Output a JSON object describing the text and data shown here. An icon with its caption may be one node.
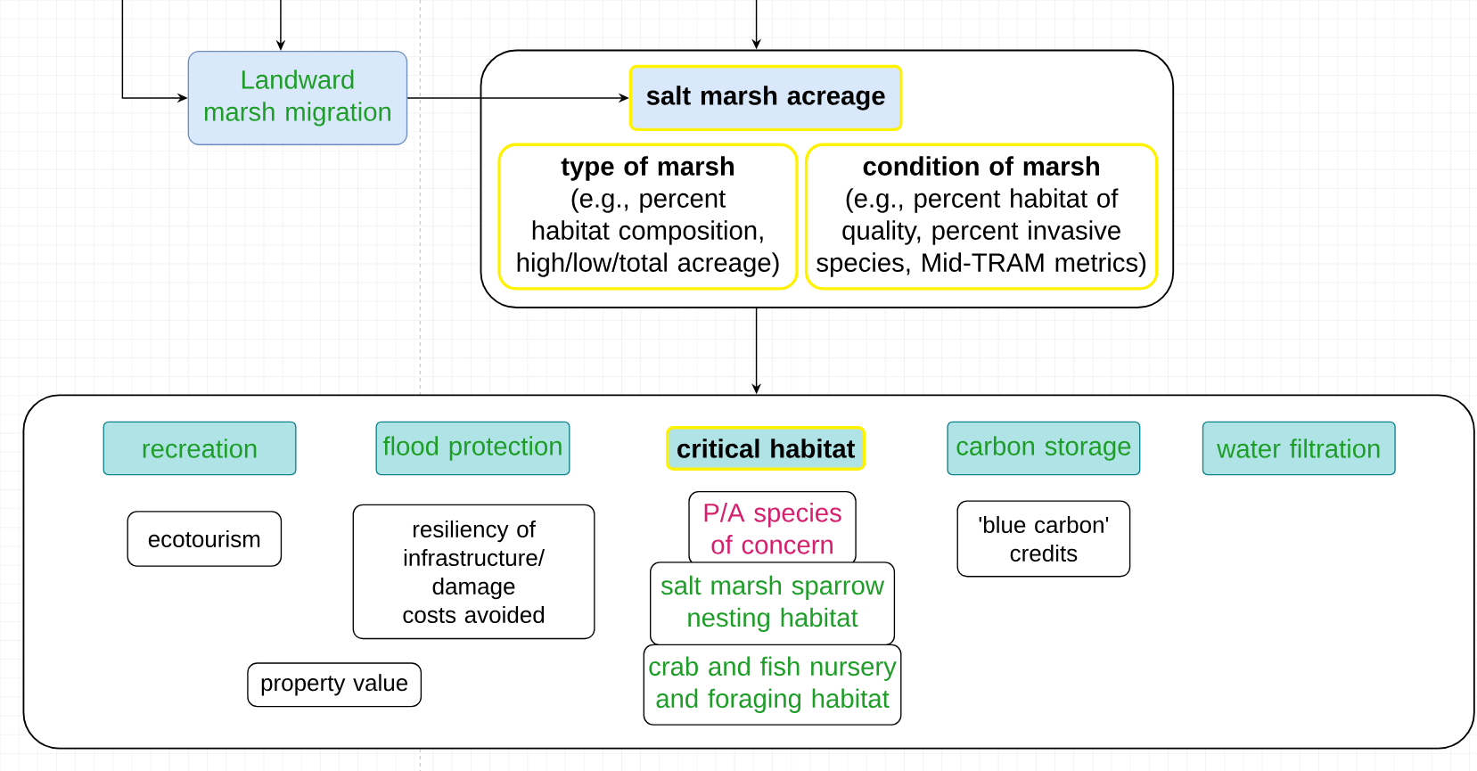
{
  "diagram": {
    "nodes": [
      {
        "text": [
          "Landward marsh migration"
        ]
      },
      {
        "text": [],
        "shape": "box"
      },
      {
        "text": [
          "salt marsh acreage"
        ],
        "in": 1
      },
      {
        "text": [
          "type of marsh",
          "(e.g., percent habitat composition, high/low/total acreage)"
        ],
        "in": 1
      },
      {
        "text": [
          "condition of marsh",
          "(e.g., percent habitat of quality, percent invasive species, Mid-TRAM metrics)"
        ],
        "in": 1
      },
      {
        "text": [],
        "shape": "box"
      },
      {
        "text": [
          "recreation"
        ],
        "in": 5
      },
      {
        "text": [
          "flood protection"
        ],
        "in": 5
      },
      {
        "text": [
          "critical habitat"
        ],
        "in": 5
      },
      {
        "text": [
          "carbon storage"
        ],
        "in": 5
      },
      {
        "text": [
          "water filtration"
        ],
        "in": 5
      },
      {
        "text": [
          "ecotourism"
        ],
        "in": 5
      },
      {
        "text": [
          "resiliency of infrastructure/ damage costs avoided"
        ],
        "in": 5
      },
      {
        "text": [
          "P/A species of concern"
        ],
        "in": 5
      },
      {
        "text": [
          "'blue carbon' credits"
        ],
        "in": 5
      },
      {
        "text": [
          "salt marsh sparrow nesting habitat"
        ],
        "in": 5
      },
      {
        "text": [
          "property value"
        ],
        "in": 5
      },
      {
        "text": [
          "crab and fish nursery and foraging habitat"
        ],
        "in": 5
      }
    ],
    "edges": [
      {
        "from": null,
        "to": 0,
        "arrow": "to"
      },
      {
        "from": null,
        "to": 0,
        "arrow": "to"
      },
      {
        "from": 0,
        "to": 2,
        "arrow": "to"
      },
      {
        "from": null,
        "to": 1,
        "arrow": "to"
      },
      {
        "from": 1,
        "to": 5,
        "arrow": "to"
      }
    ]
  }
}
